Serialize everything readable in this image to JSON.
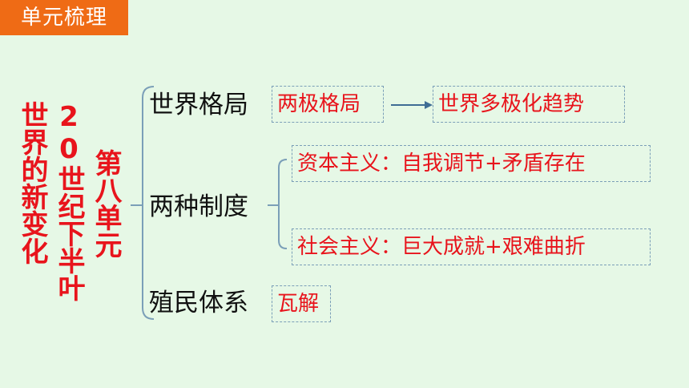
{
  "header": {
    "badge_label": "单元梳理"
  },
  "title": {
    "column_left": "世界的新变化",
    "column_middle": "20世纪下半叶",
    "column_right": "第八单元"
  },
  "branches": [
    {
      "label": "世界格局",
      "items": [
        "两极格局",
        "世界多极化趋势"
      ]
    },
    {
      "label": "两种制度",
      "items": [
        "资本主义：自我调节+矛盾存在",
        "社会主义：巨大成就+艰难曲折"
      ]
    },
    {
      "label": "殖民体系",
      "items": [
        "瓦解"
      ]
    }
  ],
  "colors": {
    "background": "#e6f8e6",
    "badge": "#ef6b15",
    "title_text": "#e8141c",
    "box_border": "#7b9fb8",
    "connector": "#7b9fb8"
  }
}
